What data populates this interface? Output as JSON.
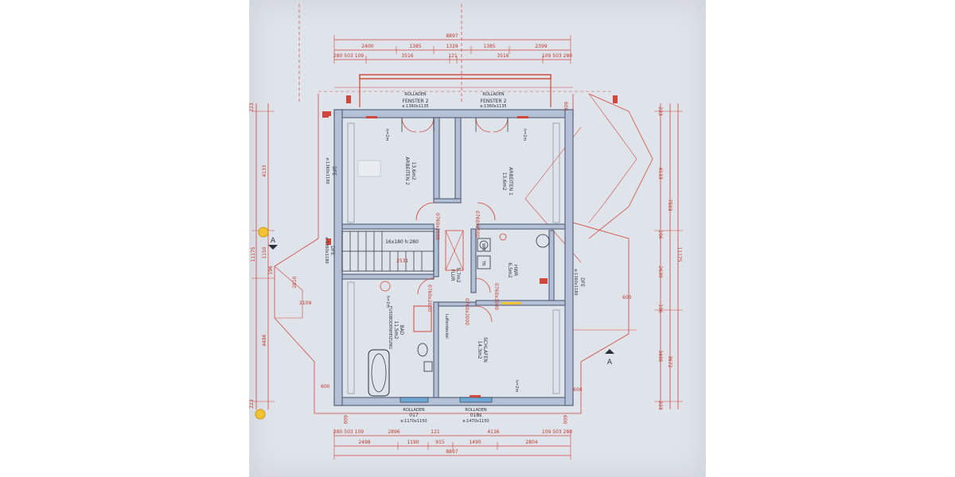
{
  "dims_top": {
    "total": "8897",
    "row2": [
      "2400",
      "1385",
      "1329",
      "1385",
      "2399"
    ],
    "row3": [
      "280 503 109",
      "3516",
      "121",
      "3516",
      "109 503 280"
    ]
  },
  "dims_bottom": {
    "row1": [
      "280 503 109",
      "2896",
      "121",
      "4136",
      "109 503 280"
    ],
    "row2": [
      "2498",
      "1190",
      "915",
      "1490",
      "2804"
    ],
    "total": "8897"
  },
  "dims_left": [
    "223",
    "4133",
    "11175",
    "1150",
    "196",
    "2810",
    "4486",
    "223"
  ],
  "dims_right": [
    "223",
    "4133",
    "7503",
    "196",
    "2639",
    "196",
    "3486",
    "11175",
    "3672",
    "223"
  ],
  "dims_misc": [
    "600",
    "600",
    "600",
    "600",
    "600",
    "2109",
    "2531",
    "600"
  ],
  "section_marks": [
    "A",
    "A"
  ],
  "windows": {
    "top_left": [
      "ROLLADEN",
      "FENSTER 2",
      "e:1360x1135"
    ],
    "top_right": [
      "ROLLADEN",
      "FENSTER 2",
      "e:1360x1135"
    ],
    "bottom_left": [
      "ROLLADEN",
      "017",
      "e:1170x1150"
    ],
    "bottom_right": [
      "ROLLADEN",
      "018s",
      "e:1470x1150"
    ]
  },
  "rooms": {
    "arbeiten2": [
      "ARBEITEN 2",
      "13,6m2"
    ],
    "arbeiten1": [
      "ARBEITEN 1",
      "13,6m2"
    ],
    "flur": [
      "FLUR",
      "5,7m2"
    ],
    "hwr": [
      "HWR",
      "6,5m2"
    ],
    "bad": [
      "BAD",
      "11,5m2"
    ],
    "schlafen": [
      "SCHLAFEN",
      "14,3m2"
    ],
    "dfe_left": [
      "DFE",
      "e:1360x1180"
    ],
    "dfe_left2": [
      "DFE",
      "e:1360x1180"
    ],
    "dfe_right": [
      "DFE",
      "e:1360x1180"
    ]
  },
  "stair_label": "16x180 h:280",
  "small_labels": [
    "h=2m",
    "h=2m",
    "h=2m",
    "h=2m",
    "WM",
    "TR",
    "Lufterdeckel",
    "FUSSBODENHEIZUNG"
  ],
  "door_labels": [
    "0760x2000",
    "0760x2000",
    "0760x2000",
    "0760x2000",
    "0760x2000"
  ],
  "colors": {
    "dimension": "#d2473b",
    "wall": "#b4c0d6",
    "paper": "#dfe3ea",
    "pin": "#f2c232"
  }
}
